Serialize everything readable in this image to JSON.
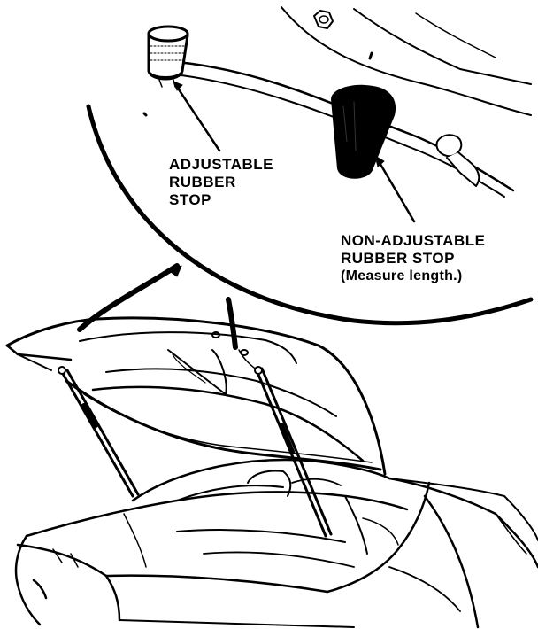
{
  "diagram": {
    "labels": {
      "adjustable": [
        "ADJUSTABLE",
        "RUBBER",
        "STOP"
      ],
      "non_adjustable": [
        "NON-ADJUSTABLE",
        "RUBBER STOP",
        "(Measure length.)"
      ]
    },
    "colors": {
      "ink": "#000000",
      "paper": "#ffffff"
    }
  }
}
